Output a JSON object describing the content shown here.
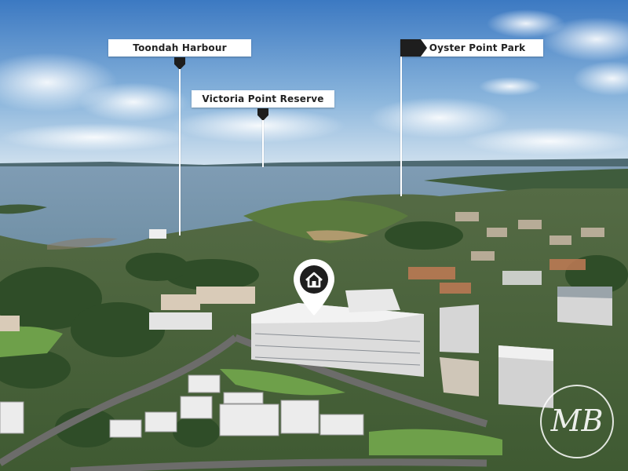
{
  "labels": {
    "toondah": "Toondah Harbour",
    "victoria": "Victoria Point Reserve",
    "oyster": "Oyster Point Park"
  },
  "watermark": "MB",
  "icons": [
    "home-pin-icon",
    "map-pointer-icon"
  ]
}
